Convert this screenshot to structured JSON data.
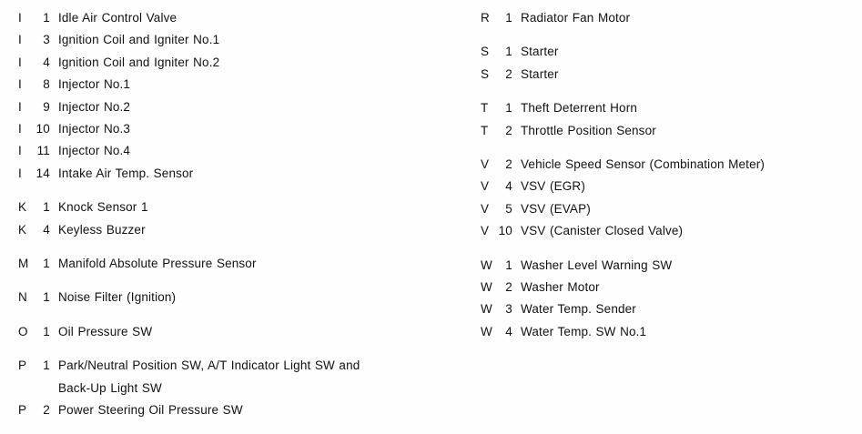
{
  "document": {
    "type": "component-index",
    "background_color": "#fefefe",
    "text_color": "#111111"
  },
  "columns": [
    {
      "name": "left-column",
      "groups": [
        {
          "letter_group": "I",
          "entries": [
            {
              "letter": "I",
              "number": "1",
              "label": "Idle Air Control Valve"
            },
            {
              "letter": "I",
              "number": "3",
              "label": "Ignition Coil and Igniter No.1"
            },
            {
              "letter": "I",
              "number": "4",
              "label": "Ignition Coil and Igniter No.2"
            },
            {
              "letter": "I",
              "number": "8",
              "label": "Injector No.1"
            },
            {
              "letter": "I",
              "number": "9",
              "label": "Injector No.2"
            },
            {
              "letter": "I",
              "number": "10",
              "label": "Injector No.3"
            },
            {
              "letter": "I",
              "number": "11",
              "label": "Injector No.4"
            },
            {
              "letter": "I",
              "number": "14",
              "label": "Intake Air Temp. Sensor"
            }
          ]
        },
        {
          "letter_group": "K",
          "entries": [
            {
              "letter": "K",
              "number": "1",
              "label": "Knock Sensor 1"
            },
            {
              "letter": "K",
              "number": "4",
              "label": "Keyless Buzzer"
            }
          ]
        },
        {
          "letter_group": "M",
          "entries": [
            {
              "letter": "M",
              "number": "1",
              "label": "Manifold Absolute Pressure Sensor"
            }
          ]
        },
        {
          "letter_group": "N",
          "entries": [
            {
              "letter": "N",
              "number": "1",
              "label": "Noise Filter (Ignition)"
            }
          ]
        },
        {
          "letter_group": "O",
          "entries": [
            {
              "letter": "O",
              "number": "1",
              "label": "Oil Pressure SW"
            }
          ]
        },
        {
          "letter_group": "P",
          "entries": [
            {
              "letter": "P",
              "number": "1",
              "label": "Park/Neutral Position SW, A/T Indicator Light SW and",
              "label_continued": "Back-Up Light SW"
            },
            {
              "letter": "P",
              "number": "2",
              "label": "Power Steering Oil Pressure SW"
            }
          ]
        }
      ]
    },
    {
      "name": "right-column",
      "groups": [
        {
          "letter_group": "R",
          "entries": [
            {
              "letter": "R",
              "number": "1",
              "label": "Radiator Fan Motor"
            }
          ]
        },
        {
          "letter_group": "S",
          "entries": [
            {
              "letter": "S",
              "number": "1",
              "label": "Starter"
            },
            {
              "letter": "S",
              "number": "2",
              "label": "Starter"
            }
          ]
        },
        {
          "letter_group": "T",
          "entries": [
            {
              "letter": "T",
              "number": "1",
              "label": "Theft Deterrent Horn"
            },
            {
              "letter": "T",
              "number": "2",
              "label": "Throttle Position Sensor"
            }
          ]
        },
        {
          "letter_group": "V",
          "entries": [
            {
              "letter": "V",
              "number": "2",
              "label": "Vehicle Speed Sensor (Combination Meter)"
            },
            {
              "letter": "V",
              "number": "4",
              "label": "VSV (EGR)"
            },
            {
              "letter": "V",
              "number": "5",
              "label": "VSV (EVAP)"
            },
            {
              "letter": "V",
              "number": "10",
              "label": "VSV (Canister Closed Valve)"
            }
          ]
        },
        {
          "letter_group": "W",
          "entries": [
            {
              "letter": "W",
              "number": "1",
              "label": "Washer Level Warning SW"
            },
            {
              "letter": "W",
              "number": "2",
              "label": "Washer Motor"
            },
            {
              "letter": "W",
              "number": "3",
              "label": "Water Temp. Sender"
            },
            {
              "letter": "W",
              "number": "4",
              "label": "Water Temp. SW No.1"
            }
          ]
        }
      ]
    }
  ]
}
